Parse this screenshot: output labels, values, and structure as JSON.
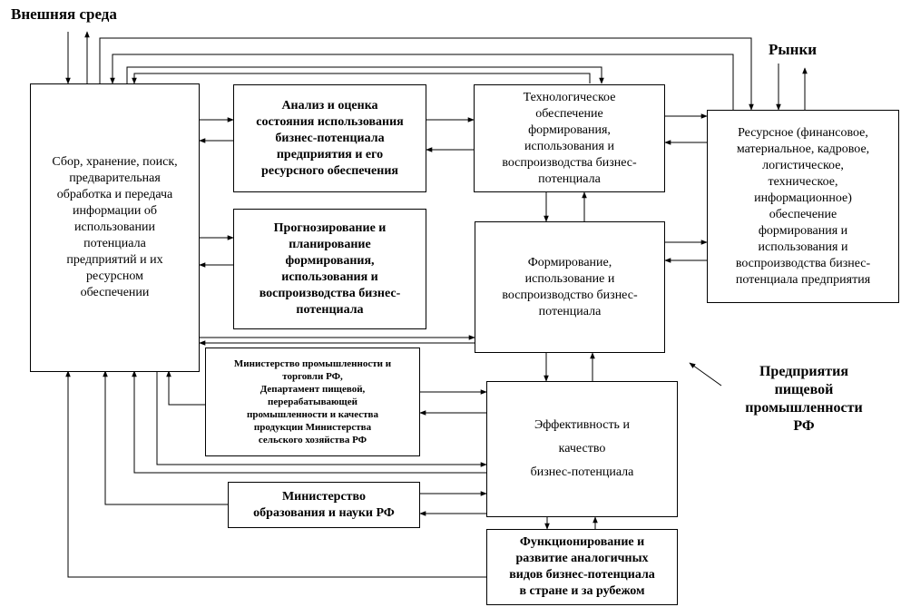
{
  "labels": {
    "external_env": "Внешняя среда",
    "markets": "Рынки",
    "enterprises": "Предприятия\nпищевой\nпромышленности\nРФ"
  },
  "boxes": {
    "collection": "Сбор, хранение, поиск,\nпредварительная\nобработка и передача\nинформации об\nиспользовании\nпотенциала\nпредприятий и их\nресурсном\nобеспечении",
    "analysis": "Анализ и оценка\nсостояния использования\nбизнес-потенциала\nпредприятия и его\nресурсного обеспечения",
    "forecast": "Прогнозирование и\nпланирование\nформирования,\nиспользования и\nвоспроизводства бизнес-\nпотенциала",
    "tech": "Технологическое\nобеспечение\nформирования,\nиспользования и\nвоспроизводства бизнес-\nпотенциала",
    "formation": "Формирование,\nиспользование и\nвоспроизводство бизнес-\nпотенциала",
    "resource": "Ресурсное (финансовое,\nматериальное, кадровое,\nлогистическое,\nтехническое,\nинформационное)\nобеспечение\nформирования и\nиспользования и\nвоспроизводства бизнес-\nпотенциала предприятия",
    "ministry_industry": "Министерство промышленности и\nторговли РФ,\nДепартамент пищевой,\nперерабатывающей\nпромышленности и качества\nпродукции Министерства\nсельского хозяйства РФ",
    "efficiency": "Эффективность и\nкачество\nбизнес-потенциала",
    "ministry_education": "Министерство\nобразования и науки РФ",
    "functioning": "Функционирование и\nразвитие аналогичных\nвидов бизнес-потенциала\nв стране и за рубежом"
  }
}
